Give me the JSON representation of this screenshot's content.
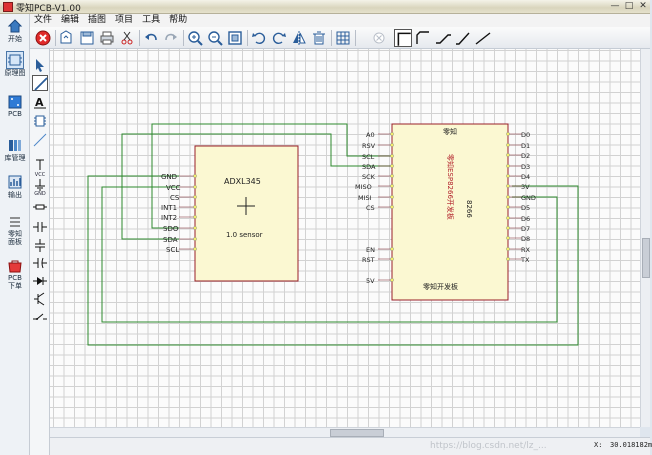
{
  "window": {
    "title": "零知PCB-V1.00"
  },
  "menu": [
    "文件",
    "编辑",
    "插图",
    "项目",
    "工具",
    "帮助"
  ],
  "toolbar": {
    "icons": [
      "close-circle",
      "open-folder",
      "save",
      "print",
      "cut",
      "undo",
      "redo",
      "zoom-in",
      "zoom-out",
      "zoom-fit",
      "rotate-left",
      "rotate-right",
      "flip",
      "delete",
      "grid",
      "disabled-circle",
      "line-style-corner",
      "line-45-a",
      "line-45-b",
      "line-diagonal",
      "line-free"
    ]
  },
  "sidebar": [
    {
      "label": "开始",
      "icon": "house"
    },
    {
      "label": "原理图",
      "icon": "schematic"
    },
    {
      "label": "PCB",
      "icon": "pcb"
    },
    {
      "label": "库管理",
      "icon": "library"
    },
    {
      "label": "输出",
      "icon": "output"
    },
    {
      "label": "零知\n面板",
      "icon": "panel"
    },
    {
      "label": "PCB\n下单",
      "icon": "pcb-order"
    }
  ],
  "palette": {
    "labels": {
      "vcc": "VCC",
      "gnd": "GND"
    },
    "icons": [
      "pointer",
      "wire",
      "text-A",
      "chip",
      "line",
      "vcc",
      "gnd",
      "resistor",
      "capacitor",
      "polar-capacitor",
      "electrolytic-capacitor",
      "diode",
      "transistor",
      "switch"
    ]
  },
  "schematic": {
    "adxl": {
      "name": "ADXL345",
      "subtitle": "1.0  sensor",
      "pins": [
        "GND",
        "VCC",
        "CS",
        "INT1",
        "INT2",
        "SDO",
        "SDA",
        "SCL"
      ]
    },
    "esp": {
      "title": "零知",
      "vertical_title": "零知ESP8266开发板",
      "vertical_sub": "8266",
      "footer": "零知开发板",
      "left_pins_top": [
        "A0",
        "RSV",
        "SCL",
        "SDA",
        "SCK",
        "MISO",
        "MISI",
        "CS"
      ],
      "left_pins_bottom": [
        "EN",
        "RST"
      ],
      "left_pin_5v": "5V",
      "right_pins": [
        "D0",
        "D1",
        "D2",
        "D3",
        "D4",
        "3V",
        "GND",
        "D5",
        "D6",
        "D7",
        "D8",
        "RX",
        "TX"
      ]
    }
  },
  "status": {
    "x_label": "X:",
    "x_value": "30.018182m",
    "watermark": "https://blog.csdn.net/lz_..."
  }
}
